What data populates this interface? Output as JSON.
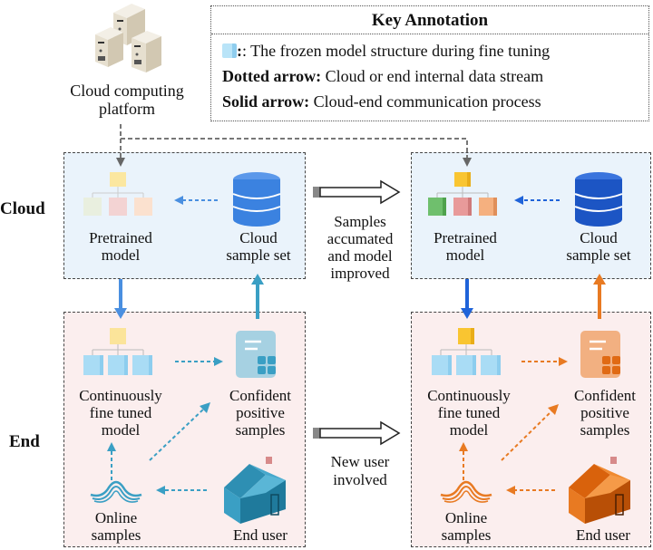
{
  "platform": {
    "label_line1": "Cloud computing",
    "label_line2": "platform",
    "icon": "server-cluster-icon"
  },
  "key": {
    "title": "Key Annotation",
    "frozen_desc": ": The frozen model structure during fine tuning",
    "dotted_label": "Dotted arrow:",
    "dotted_desc": " Cloud or end internal data stream",
    "solid_label": "Solid arrow:",
    "solid_desc": " Cloud-end communication process"
  },
  "rows": {
    "cloud": "Cloud",
    "end": "End"
  },
  "transitions": {
    "top": [
      "Samples",
      "accumated",
      "and model",
      "improved"
    ],
    "bottom": [
      "New user",
      "involved"
    ]
  },
  "stages": [
    {
      "theme": "blue",
      "accent": "#3a9fc4",
      "cloud_arrow_color": "#4a8fe0",
      "pretrained": [
        "Pretrained",
        "model"
      ],
      "sample_set": [
        "Cloud",
        "sample set"
      ],
      "finetuned": [
        "Continuously",
        "fine tuned",
        "model"
      ],
      "confident": [
        "Confident",
        "positive",
        "samples"
      ],
      "online": [
        "Online",
        "samples"
      ],
      "end_user": "End user"
    },
    {
      "theme": "orange",
      "accent": "#e87a22",
      "cloud_arrow_color": "#1f63d9",
      "pretrained": [
        "Pretrained",
        "model"
      ],
      "sample_set": [
        "Cloud",
        "sample set"
      ],
      "finetuned": [
        "Continuously",
        "fine tuned",
        "model"
      ],
      "confident": [
        "Confident",
        "positive",
        "samples"
      ],
      "online": [
        "Online",
        "samples"
      ],
      "end_user": "End user"
    }
  ],
  "colors": {
    "cloud_bg": "#eaf3fb",
    "end_bg": "#fbeeee",
    "frozen_cube": "#a9dcf5",
    "top_cube": "#fbd54a",
    "db_stage1": "#3b82e0",
    "db_stage2": "#1c55c4"
  }
}
